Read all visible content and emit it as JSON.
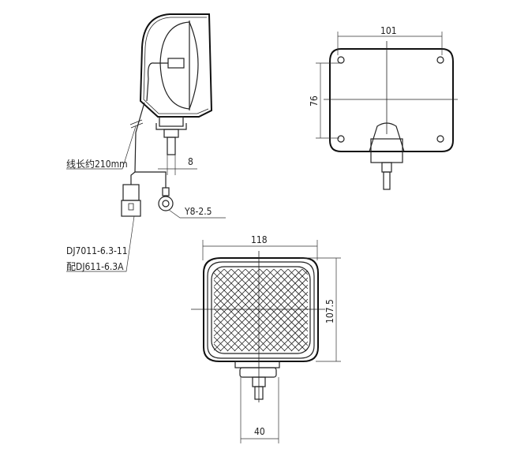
{
  "side_view": {
    "wire_length_label": "线长约210mm",
    "bolt_dim": "8",
    "ring_terminal_label": "Y8-2.5",
    "connector_label_1": "DJ7011-6.3-11",
    "connector_label_2": "配DJ611-6.3A"
  },
  "rear_view": {
    "width_dim": "101",
    "height_dim": "76"
  },
  "front_view": {
    "width_dim": "118",
    "height_dim": "107.5",
    "bracket_dim": "40"
  }
}
